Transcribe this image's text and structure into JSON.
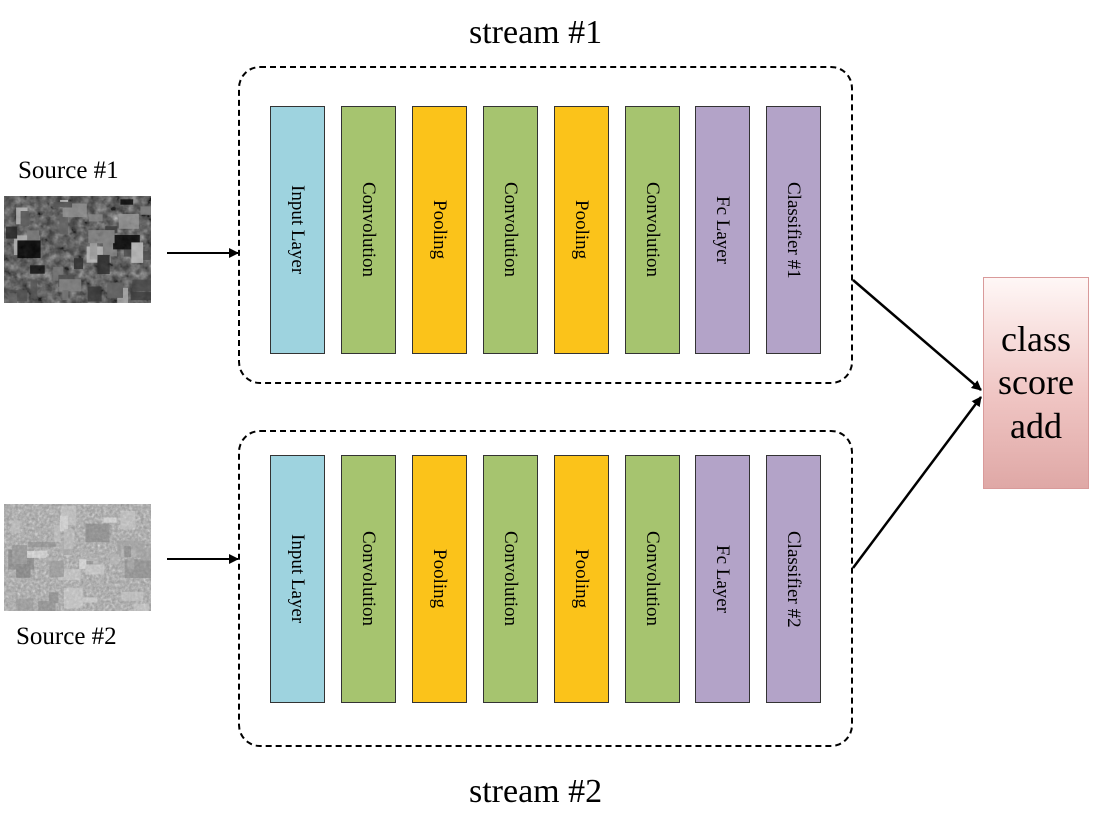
{
  "streams": [
    {
      "title": "stream #1",
      "source_label": "Source #1",
      "layers": [
        {
          "label": "Input Layer",
          "kind": "input"
        },
        {
          "label": "Convolution",
          "kind": "conv"
        },
        {
          "label": "Pooling",
          "kind": "pool"
        },
        {
          "label": "Convolution",
          "kind": "conv"
        },
        {
          "label": "Pooling",
          "kind": "pool"
        },
        {
          "label": "Convolution",
          "kind": "conv"
        },
        {
          "label": "Fc Layer",
          "kind": "fc"
        },
        {
          "label": "Classifier #1",
          "kind": "fc"
        }
      ]
    },
    {
      "title": "stream #2",
      "source_label": "Source #2",
      "layers": [
        {
          "label": "Input Layer",
          "kind": "input"
        },
        {
          "label": "Convolution",
          "kind": "conv"
        },
        {
          "label": "Pooling",
          "kind": "pool"
        },
        {
          "label": "Convolution",
          "kind": "conv"
        },
        {
          "label": "Pooling",
          "kind": "pool"
        },
        {
          "label": "Convolution",
          "kind": "conv"
        },
        {
          "label": "Fc Layer",
          "kind": "fc"
        },
        {
          "label": "Classifier #2",
          "kind": "fc"
        }
      ]
    }
  ],
  "fusion": {
    "line1": "class",
    "line2": "score",
    "line3": "add"
  },
  "colors": {
    "input": "#9ed3df",
    "conv": "#a6c46f",
    "pool": "#fbc31a",
    "fc": "#b3a3c8"
  }
}
